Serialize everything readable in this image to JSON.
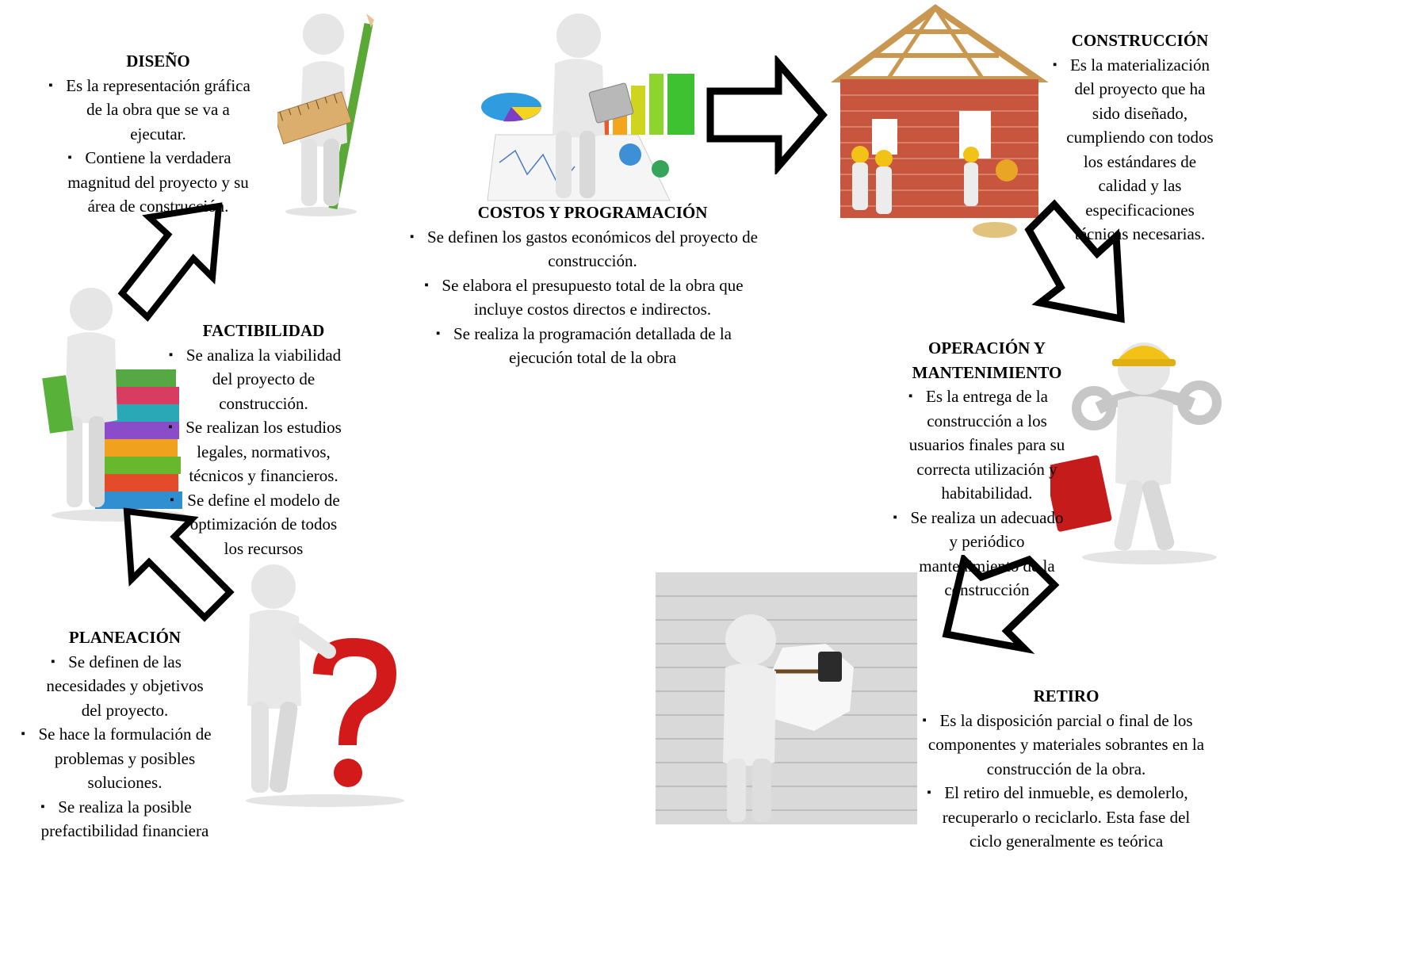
{
  "stages": {
    "diseno": {
      "title": "DISEÑO",
      "items": [
        "Es la representación gráfica de la obra que se va a  ejecutar.",
        "Contiene la verdadera magnitud del proyecto y su área de construcción."
      ]
    },
    "costos": {
      "title": "COSTOS Y PROGRAMACIÓN",
      "items": [
        "Se definen los gastos económicos del proyecto de construcción.",
        "Se elabora el presupuesto total de la obra que incluye costos directos e indirectos.",
        "Se realiza la programación detallada de la ejecución total de la obra"
      ]
    },
    "construccion": {
      "title": "CONSTRUCCIÓN",
      "items": [
        "Es la materialización del proyecto que ha sido diseñado, cumpliendo con todos los estándares de calidad y las especificaciones técnicas necesarias."
      ]
    },
    "factibilidad": {
      "title": "FACTIBILIDAD",
      "items": [
        "Se analiza la viabilidad del proyecto de construcción.",
        "Se realizan los estudios legales, normativos, técnicos y financieros.",
        "Se define el modelo de optimización de todos los recursos"
      ]
    },
    "operacion": {
      "title": "OPERACIÓN Y MANTENIMIENTO",
      "items": [
        "Es la entrega de la construcción a los usuarios finales para su correcta utilización y habitabilidad.",
        "Se realiza un adecuado y periódico mantenimiento de la construcción"
      ]
    },
    "planeacion": {
      "title": "PLANEACIÓN",
      "items": [
        "Se definen de las necesidades y objetivos del proyecto.",
        "Se hace la formulación de problemas y posibles soluciones.",
        "Se realiza la posible prefactibilidad financiera"
      ]
    },
    "retiro": {
      "title": "RETIRO",
      "items": [
        "Es la disposición parcial o final de los componentes y materiales sobrantes en la construcción de la obra.",
        "El retiro del inmueble, es demolerlo, recuperarlo o reciclarlo.  Esta fase del ciclo generalmente es teórica"
      ]
    }
  },
  "colors": {
    "figure": "#e6e6e6",
    "figure_shade": "#bdbdbd",
    "brick": "#c8553d",
    "wood": "#c9974f",
    "helmet": "#f2c316",
    "question": "#d21a1a",
    "toolbox": "#c61b1b",
    "arrow_stroke": "#000000"
  }
}
